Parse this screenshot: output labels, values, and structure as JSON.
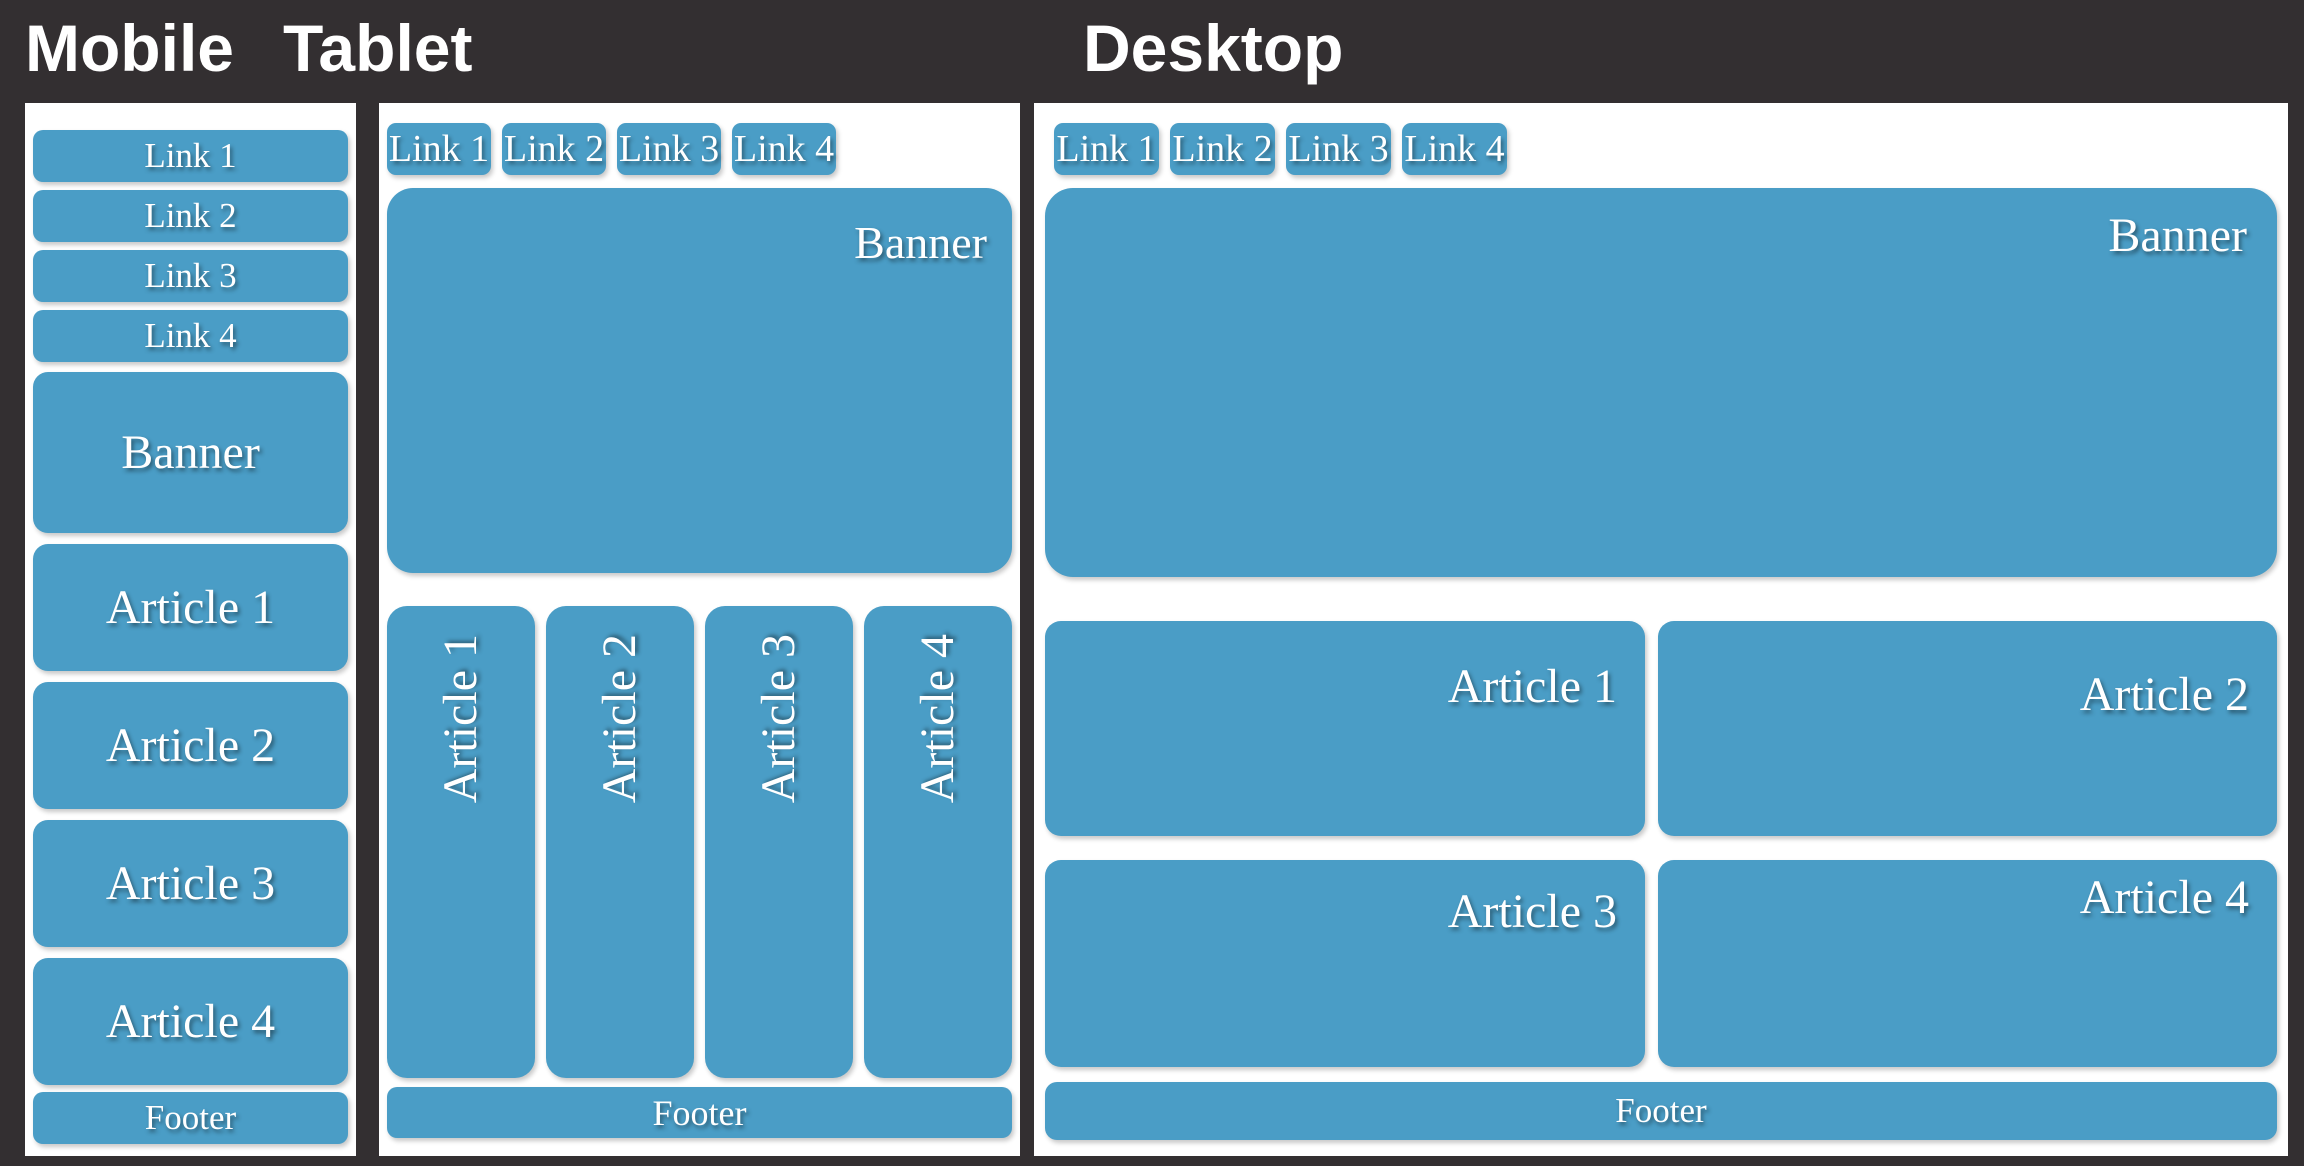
{
  "colors": {
    "background": "#332F31",
    "panel_background": "#FFFFFF",
    "block_blue": "#4A9DC6",
    "label_text": "#FFFFFF"
  },
  "sections": [
    {
      "title": "Mobile",
      "links": [
        "Link 1",
        "Link 2",
        "Link 3",
        "Link 4"
      ],
      "banner_label": "Banner",
      "articles": [
        "Article 1",
        "Article 2",
        "Article 3",
        "Article 4"
      ],
      "footer_label": "Footer"
    },
    {
      "title": "Tablet",
      "links": [
        "Link 1",
        "Link 2",
        "Link 3",
        "Link 4"
      ],
      "banner_label": "Banner",
      "articles": [
        "Article 1",
        "Article 2",
        "Article 3",
        "Article 4"
      ],
      "footer_label": "Footer"
    },
    {
      "title": "Desktop",
      "links": [
        "Link 1",
        "Link 2",
        "Link 3",
        "Link 4"
      ],
      "banner_label": "Banner",
      "articles": [
        "Article 1",
        "Article 2",
        "Article 3",
        "Article 4"
      ],
      "footer_label": "Footer"
    }
  ]
}
